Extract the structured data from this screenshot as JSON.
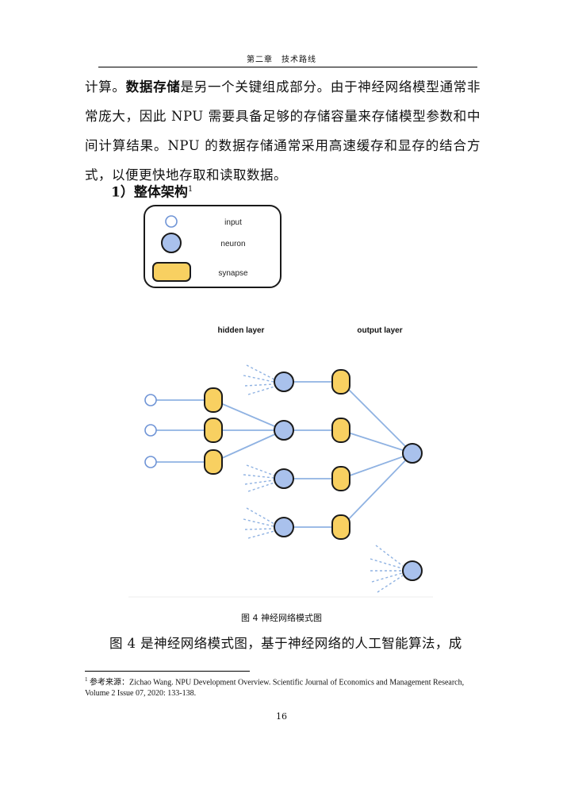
{
  "header": {
    "running_title": "第二章　技术路线"
  },
  "paragraph_1": {
    "lead": "计算。",
    "bold_term": "数据存储",
    "rest": "是另一个关键组成部分。由于神经网络模型通常非常庞大，因此 NPU 需要具备足够的存储容量来存储模型参数和中间计算结果。NPU 的数据存储通常采用高速缓存和显存的结合方式，以便更快地存取和读取数据。"
  },
  "section": {
    "heading": "1）整体架构",
    "footnote_marker": "1"
  },
  "figure": {
    "legend": {
      "input_label": "input",
      "neuron_label": "neuron",
      "synapse_label": "synapse"
    },
    "hidden_layer_label": "hidden layer",
    "output_layer_label": "output layer",
    "caption": "图 4 神经网络模式图",
    "colors": {
      "neuron_fill": "#a9c1ec",
      "synapse_fill": "#f8d061",
      "connection": "#8fb2e2",
      "outline": "#1a1a1a",
      "input_outline": "#6f94d6"
    }
  },
  "paragraph_2": {
    "text": "图 4 是神经网络模式图，基于神经网络的人工智能算法，成"
  },
  "footnote": {
    "marker": "1",
    "text": "参考来源：Zichao Wang. NPU Development Overview. Scientific Journal of Economics and Management Research, Volume 2 Issue 07, 2020: 133-138."
  },
  "page_number": "16"
}
